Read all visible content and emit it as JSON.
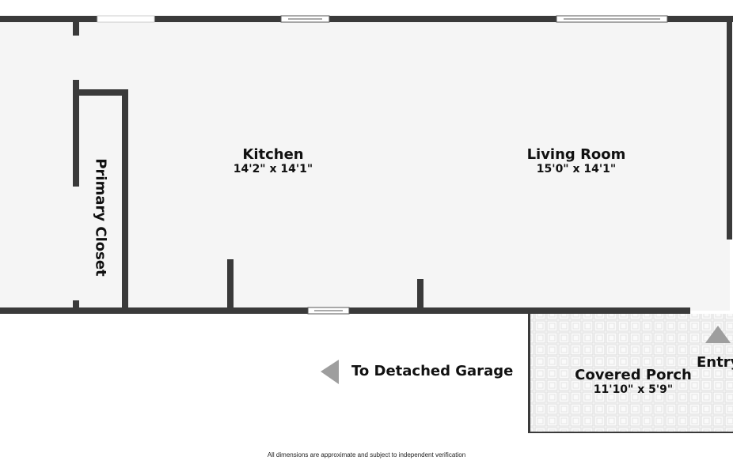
{
  "rooms": [
    {
      "name": "Kitchen",
      "dimensions": "14'2\" x 14'1\""
    },
    {
      "name": "Living Room",
      "dimensions": "15'0\" x 14'1\""
    },
    {
      "name": "Primary Closet"
    },
    {
      "name": "Covered Porch",
      "dimensions": "11'10\" x 5'9\""
    }
  ],
  "labels": {
    "entry": "Entry",
    "garage": "To Detached Garage"
  },
  "icons": {
    "entry_arrow": "triangle-up-icon",
    "garage_arrow": "triangle-left-icon"
  },
  "footer": "All dimensions are approximate and subject to independent verification",
  "colors": {
    "wall": "#3a3a3a",
    "floor": "#f5f5f5",
    "arrow": "#9e9e9e",
    "porch_tile": "#dcdcdc"
  }
}
